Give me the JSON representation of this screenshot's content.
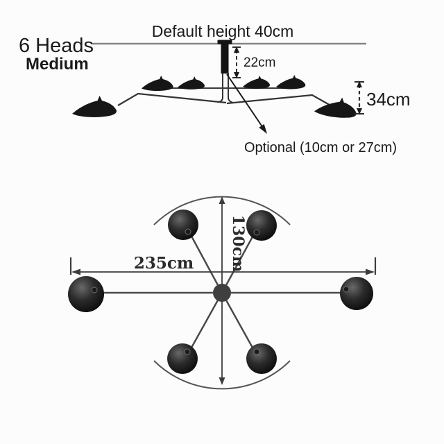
{
  "title": {
    "heads": "6 Heads",
    "size": "Medium"
  },
  "side_view": {
    "default_height_label": "Default height 40cm",
    "stem_dim": "22cm",
    "head_drop_dim": "34cm",
    "optional_label": "Optional (10cm or 27cm)"
  },
  "top_view": {
    "span_dim": "235cm",
    "depth_dim": "130cm"
  },
  "colors": {
    "accent_red": "#c5303d",
    "ink": "#1a1a1a",
    "line_gray": "#555555"
  }
}
